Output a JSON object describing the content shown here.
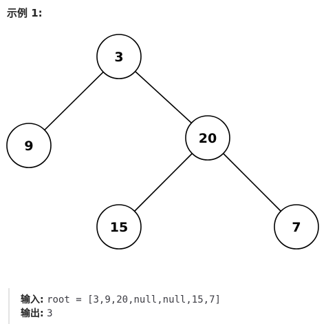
{
  "heading": "示例 1:",
  "tree": {
    "nodes": [
      {
        "id": "n3",
        "label": "3"
      },
      {
        "id": "n9",
        "label": "9"
      },
      {
        "id": "n20",
        "label": "20"
      },
      {
        "id": "n15",
        "label": "15"
      },
      {
        "id": "n7",
        "label": "7"
      }
    ],
    "edges": [
      {
        "from": "n3",
        "to": "n9"
      },
      {
        "from": "n3",
        "to": "n20"
      },
      {
        "from": "n20",
        "to": "n15"
      },
      {
        "from": "n20",
        "to": "n7"
      }
    ]
  },
  "example": {
    "input_label": "输入:",
    "input_value": "root = [3,9,20,null,null,15,7]",
    "output_label": "输出:",
    "output_value": "3"
  }
}
